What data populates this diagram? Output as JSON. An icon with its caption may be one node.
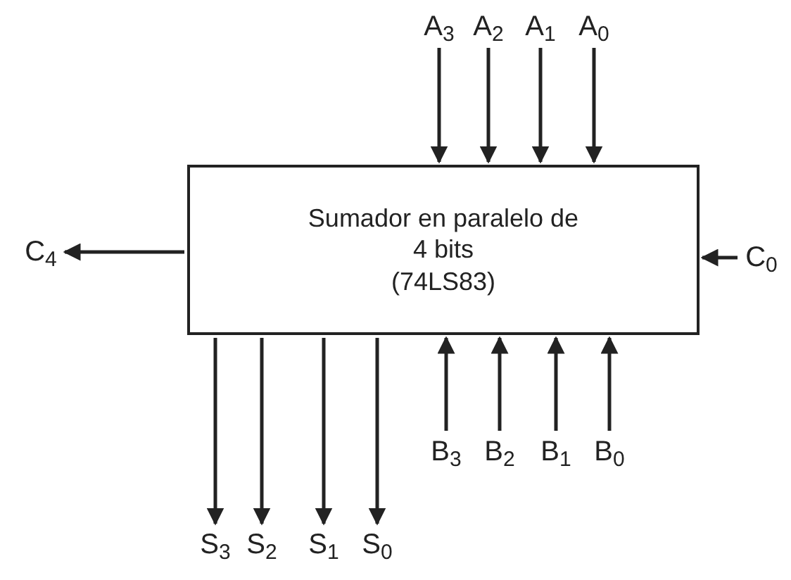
{
  "diagram": {
    "nodes": [
      {
        "text": [
          "Sumador en paralelo de 4 bits",
          "(74LS83)"
        ]
      },
      {
        "text": [
          "A$_{3}$"
        ]
      },
      {
        "text": [
          "A$_{2}$"
        ]
      },
      {
        "text": [
          "A$_{1}$"
        ]
      },
      {
        "text": [
          "A$_{0}$"
        ]
      },
      {
        "text": [
          "C$_{4}$"
        ]
      },
      {
        "text": [
          "C$_{0}$"
        ]
      },
      {
        "text": [
          "S$_{3}$"
        ]
      },
      {
        "text": [
          "S$_{2}$"
        ]
      },
      {
        "text": [
          "S$_{1}$"
        ]
      },
      {
        "text": [
          "S$_{0}$"
        ]
      },
      {
        "text": [
          "B$_{3}$"
        ]
      },
      {
        "text": [
          "B$_{2}$"
        ]
      },
      {
        "text": [
          "B$_{1}$"
        ]
      },
      {
        "text": [
          "B$_{0}$"
        ]
      }
    ],
    "edges": [
      {
        "from": 1,
        "to": 0,
        "arrow": "to"
      },
      {
        "from": 2,
        "to": 0,
        "arrow": "to"
      },
      {
        "from": 3,
        "to": 0,
        "arrow": "to"
      },
      {
        "from": 4,
        "to": 0,
        "arrow": "to"
      },
      {
        "from": 0,
        "to": 5,
        "arrow": "to"
      },
      {
        "from": 6,
        "to": 0,
        "arrow": "to"
      },
      {
        "from": 0,
        "to": 7,
        "arrow": "to"
      },
      {
        "from": 0,
        "to": 8,
        "arrow": "to"
      },
      {
        "from": 0,
        "to": 9,
        "arrow": "to"
      },
      {
        "from": 0,
        "to": 10,
        "arrow": "to"
      },
      {
        "from": 11,
        "to": 0,
        "arrow": "to"
      },
      {
        "from": 12,
        "to": 0,
        "arrow": "to"
      },
      {
        "from": 13,
        "to": 0,
        "arrow": "to"
      },
      {
        "from": 14,
        "to": 0,
        "arrow": "to"
      }
    ]
  }
}
